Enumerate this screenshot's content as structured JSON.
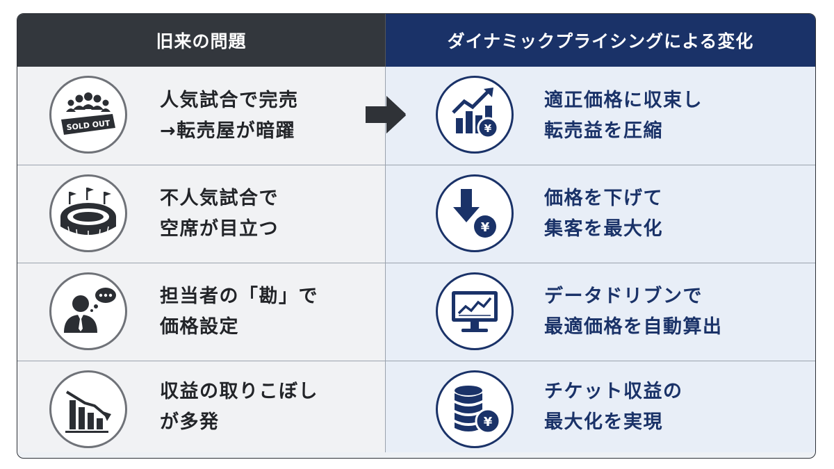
{
  "header": {
    "left": "旧来の問題",
    "right": "ダイナミックプライシングによる変化"
  },
  "rows": [
    {
      "problem": [
        "人気試合で完売",
        "→転売屋が暗躍"
      ],
      "problem_icon": "crowd-sold-out-icon",
      "sold_out_label": "SOLD OUT",
      "solution": [
        "適正価格に収束し",
        "転売益を圧縮"
      ],
      "solution_icon": "chart-up-yen-icon",
      "yen": "¥"
    },
    {
      "problem": [
        "不人気試合で",
        "空席が目立つ"
      ],
      "problem_icon": "stadium-icon",
      "solution": [
        "価格を下げて",
        "集客を最大化"
      ],
      "solution_icon": "arrow-down-yen-icon",
      "yen": "¥"
    },
    {
      "problem": [
        "担当者の「勘」で",
        "価格設定"
      ],
      "problem_icon": "person-thinking-icon",
      "solution": [
        "データドリブンで",
        "最適価格を自動算出"
      ],
      "solution_icon": "monitor-chart-icon"
    },
    {
      "problem": [
        "収益の取りこぼし",
        "が多発"
      ],
      "problem_icon": "chart-decline-icon",
      "solution": [
        "チケット収益の",
        "最大化を実現"
      ],
      "solution_icon": "coin-stack-yen-icon",
      "yen": "¥"
    }
  ],
  "colors": {
    "header_left": "#33373d",
    "header_right": "#1a3268",
    "solution_text": "#1a3268",
    "problem_text": "#222428"
  }
}
